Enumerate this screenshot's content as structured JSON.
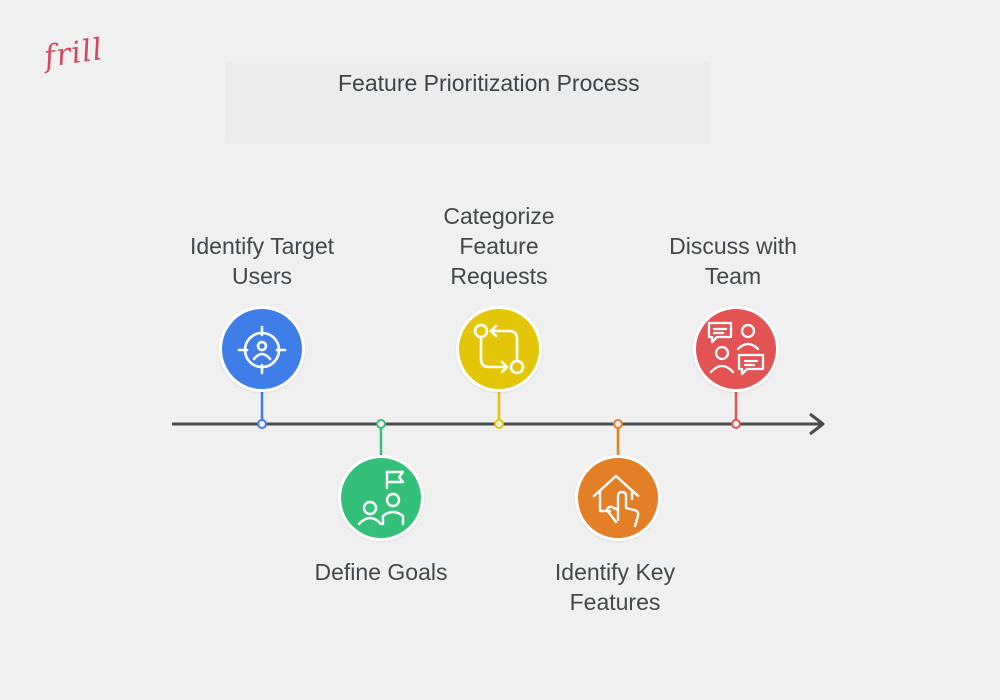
{
  "logo": {
    "text": "frill",
    "color": "#d6455e"
  },
  "title": "Feature Prioritization Process",
  "steps": [
    {
      "label_lines": [
        "Identify Target",
        "Users"
      ],
      "color": "#3f7ee8",
      "icon": "target-user-icon"
    },
    {
      "label_lines": [
        "Define Goals"
      ],
      "color": "#35c07a",
      "icon": "flag-people-icon"
    },
    {
      "label_lines": [
        "Categorize",
        "Feature",
        "Requests"
      ],
      "color": "#e3c608",
      "icon": "swap-arrows-icon"
    },
    {
      "label_lines": [
        "Identify Key",
        "Features"
      ],
      "color": "#e27f27",
      "icon": "house-hand-icon"
    },
    {
      "label_lines": [
        "Discuss with",
        "Team"
      ],
      "color": "#e35353",
      "icon": "discussion-icon"
    }
  ]
}
